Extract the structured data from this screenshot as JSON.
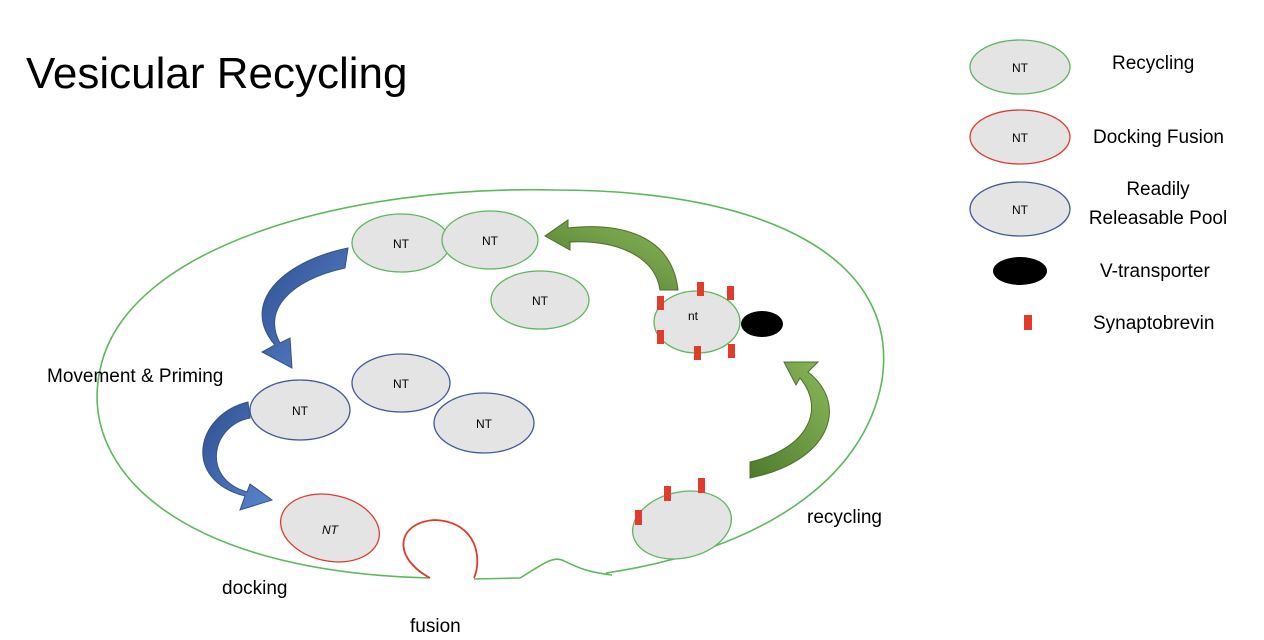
{
  "diagram": {
    "title": "Vesicular Recycling",
    "vesicle_label": "NT",
    "vesicle_label_italic": "NT",
    "recycled_vesicle_label": "nt",
    "labels": {
      "movement": "Movement & Priming",
      "docking": "docking",
      "fusion": "fusion",
      "recycling": "recycling"
    }
  },
  "legend": {
    "recycling": "Recycling",
    "docking_fusion": "Docking Fusion",
    "rrp_line1": "Readily",
    "rrp_line2": "Releasable Pool",
    "v_transporter": "V-transporter",
    "synaptobrevin": "Synaptobrevin"
  },
  "colors": {
    "recycling_green": "#5cb85c",
    "docking_red": "#e03a2a",
    "rrp_blue": "#3f5a9a",
    "arrow_blue": "#4468b0",
    "arrow_green": "#6b9a3e",
    "vesicle_fill": "#e4e4e4",
    "synaptobrevin_red": "#e23b2b"
  }
}
